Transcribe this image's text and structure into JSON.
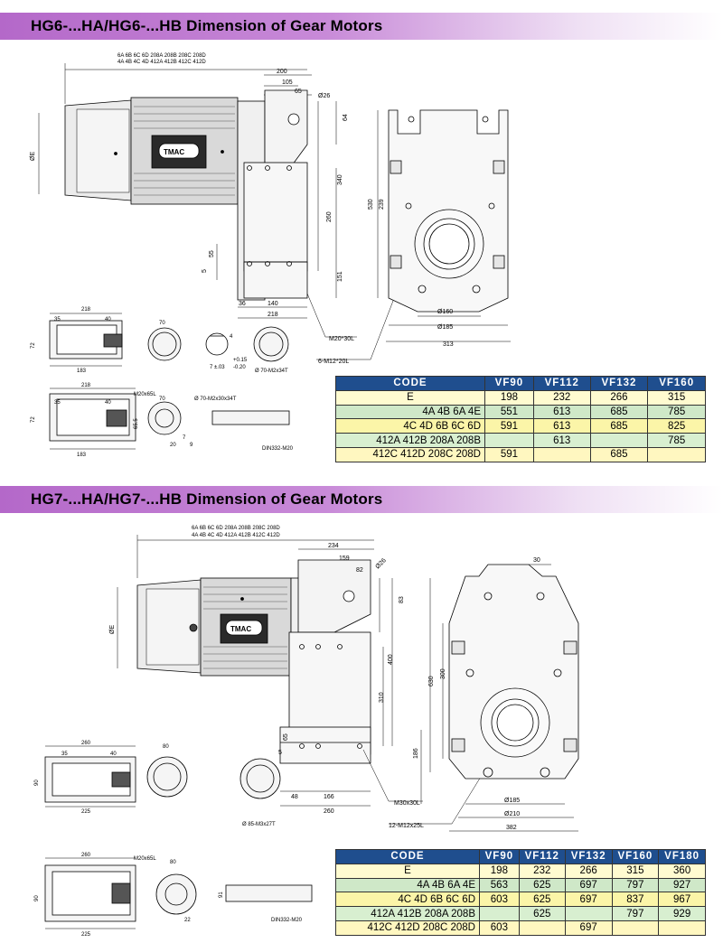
{
  "sections": [
    {
      "title": "HG6-...HA/HG6-...HB Dimension of Gear Motors",
      "motor_codes_line1": "6A 6B 6C 6D 208A 208B 208C 208D",
      "motor_codes_line2": "4A 4B 4C 4D 412A 412B 412C 412D",
      "logo": "TMAC",
      "dims": {
        "d200": "200",
        "d105": "105",
        "d65": "65",
        "d26": "Ø26",
        "d64": "64",
        "d340": "340",
        "d260": "260",
        "d55": "55",
        "d5": "5",
        "d151": "151",
        "d36": "36",
        "d140": "140",
        "d218": "218",
        "dE": "ØE",
        "d530": "530",
        "d239": "239",
        "d160": "Ø160",
        "d185": "Ø185",
        "d313": "313",
        "m20": "M20*30L",
        "m12": "6-M12*20L",
        "s218": "218",
        "s35": "35",
        "s40": "40",
        "s72": "72",
        "s183": "183",
        "s70": "70",
        "s4": "4",
        "s015": "+0.15",
        "s020": "-0.20",
        "s703": "7 ±.03",
        "sphi70a": "Ø 70-M2x30x34T",
        "sphi70b": "Ø 70-M2x34T",
        "s218b": "218",
        "s35b": "35",
        "s40b": "40",
        "sm20": "M20x65L",
        "s72b": "72",
        "s655": "65.5",
        "s183b": "183",
        "s70b": "70",
        "s20": "20",
        "s9": "9",
        "s7": "7",
        "din": "DIN332-M20"
      },
      "table": {
        "headers": [
          "CODE",
          "VF90",
          "VF112",
          "VF132",
          "VF160"
        ],
        "rows": [
          [
            "E",
            "198",
            "232",
            "266",
            "315"
          ],
          [
            "4A 4B 6A 4E",
            "551",
            "613",
            "685",
            "785"
          ],
          [
            "4C 4D 6B 6C 6D",
            "591",
            "613",
            "685",
            "825"
          ],
          [
            "412A 412B 208A 208B",
            "",
            "613",
            "",
            "785"
          ],
          [
            "412C 412D 208C 208D",
            "591",
            "",
            "685",
            ""
          ]
        ]
      }
    },
    {
      "title": "HG7-...HA/HG7-...HB Dimension of Gear Motors",
      "motor_codes_line1": "6A 6B 6C 6D 208A 208B 208C 208D",
      "motor_codes_line2": "4A 4B 4C 4D 412A 412B 412C 412D",
      "logo": "TMAC",
      "dims": {
        "d234": "234",
        "d159": "159",
        "d82": "82",
        "d26": "Ø26",
        "d83": "83",
        "d30": "30",
        "d400": "400",
        "d310": "310",
        "d630": "630",
        "d300": "300",
        "d65": "65",
        "d5": "5",
        "d186": "186",
        "d48": "48",
        "d166": "166",
        "d260": "260",
        "dE": "ØE",
        "d185": "Ø185",
        "d210": "Ø210",
        "d382": "382",
        "m30": "M30x30L",
        "m12": "12-M12x25L",
        "s260": "260",
        "s35": "35",
        "s40": "40",
        "s90": "90",
        "s225": "225",
        "s80": "80",
        "sphi85": "Ø 85-M3x27T",
        "s260b": "260",
        "sm20": "M20x65L",
        "s80b": "80",
        "s90b": "90",
        "s225b": "225",
        "s22": "22",
        "s91": "91",
        "din": "DIN332-M20"
      },
      "table": {
        "headers": [
          "CODE",
          "VF90",
          "VF112",
          "VF132",
          "VF160",
          "VF180"
        ],
        "rows": [
          [
            "E",
            "198",
            "232",
            "266",
            "315",
            "360"
          ],
          [
            "4A 4B 6A 4E",
            "563",
            "625",
            "697",
            "797",
            "927"
          ],
          [
            "4C 4D 6B 6C 6D",
            "603",
            "625",
            "697",
            "837",
            "967"
          ],
          [
            "412A 412B 208A 208B",
            "",
            "625",
            "",
            "797",
            "929"
          ],
          [
            "412C 412D 208C 208D",
            "603",
            "",
            "697",
            "",
            ""
          ]
        ]
      }
    }
  ]
}
